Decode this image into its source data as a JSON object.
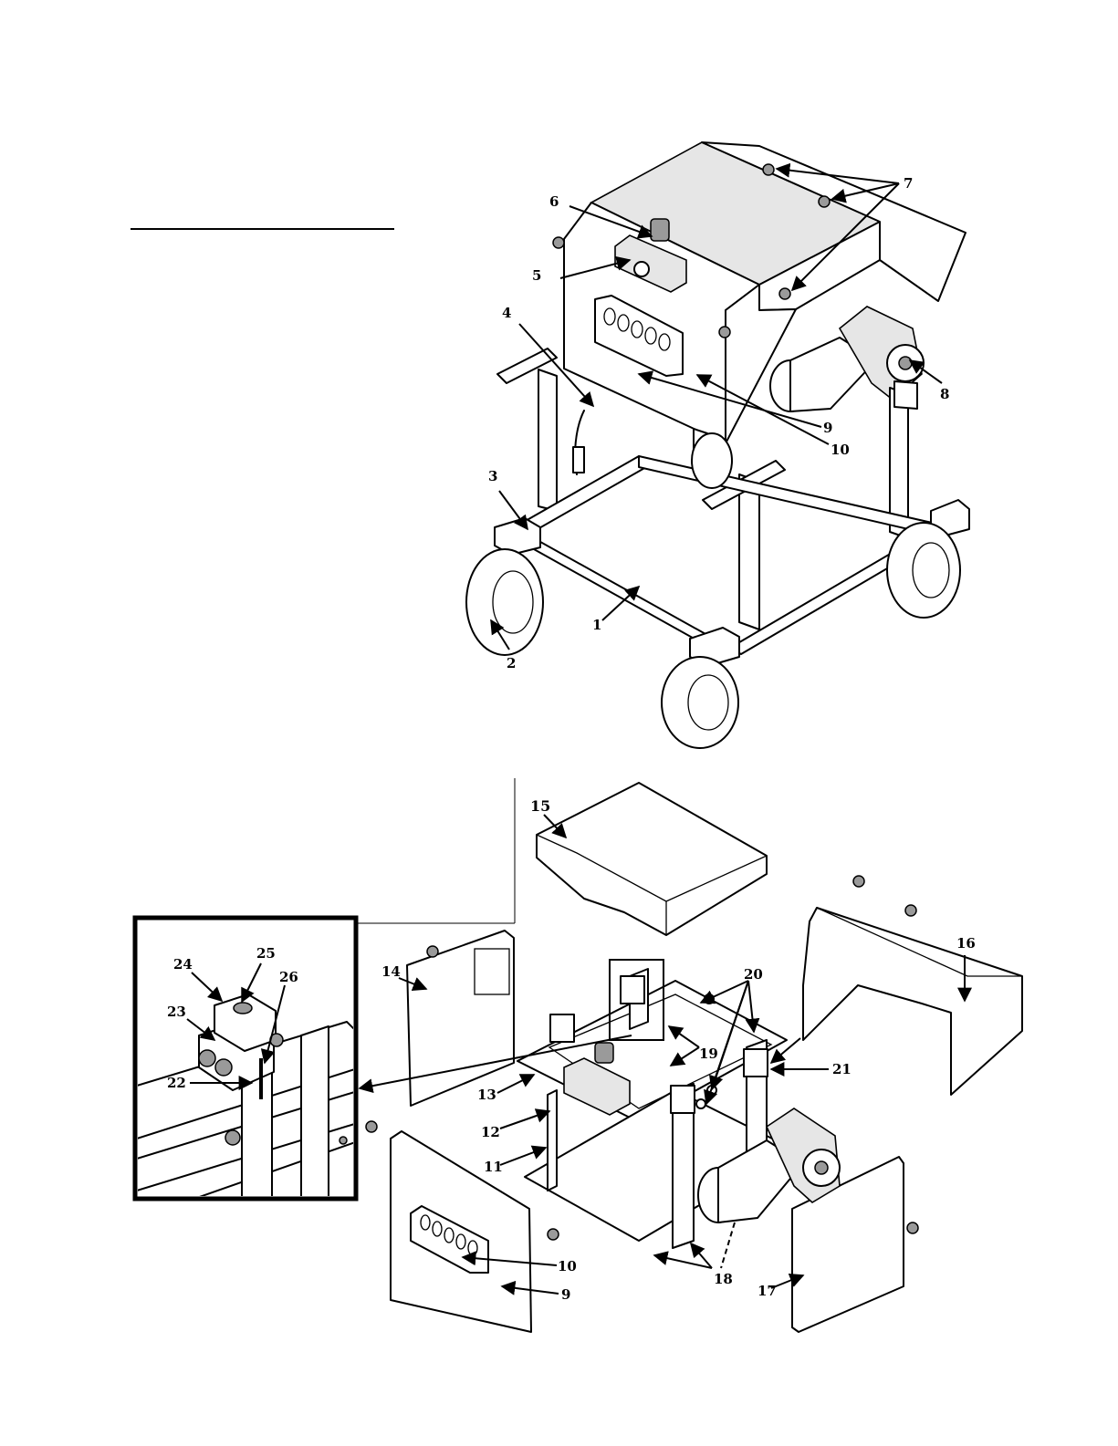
{
  "callouts": {
    "c1": "1",
    "c2": "2",
    "c3": "3",
    "c4": "4",
    "c5": "5",
    "c6": "6",
    "c7": "7",
    "c8": "8",
    "c9": "9",
    "c10": "10",
    "c11": "11",
    "c12": "12",
    "c13": "13",
    "c14": "14",
    "c15": "15",
    "c16": "16",
    "c17": "17",
    "c18": "18",
    "c19": "19",
    "c20": "20",
    "c21": "21",
    "c22": "22",
    "c23": "23",
    "c24": "24",
    "c25": "25",
    "c26": "26"
  },
  "secondary_labels": {
    "c9b": "9",
    "c10b": "10"
  },
  "colors": {
    "line": "#000000",
    "background": "#ffffff",
    "shading": "#e6e6e6"
  }
}
